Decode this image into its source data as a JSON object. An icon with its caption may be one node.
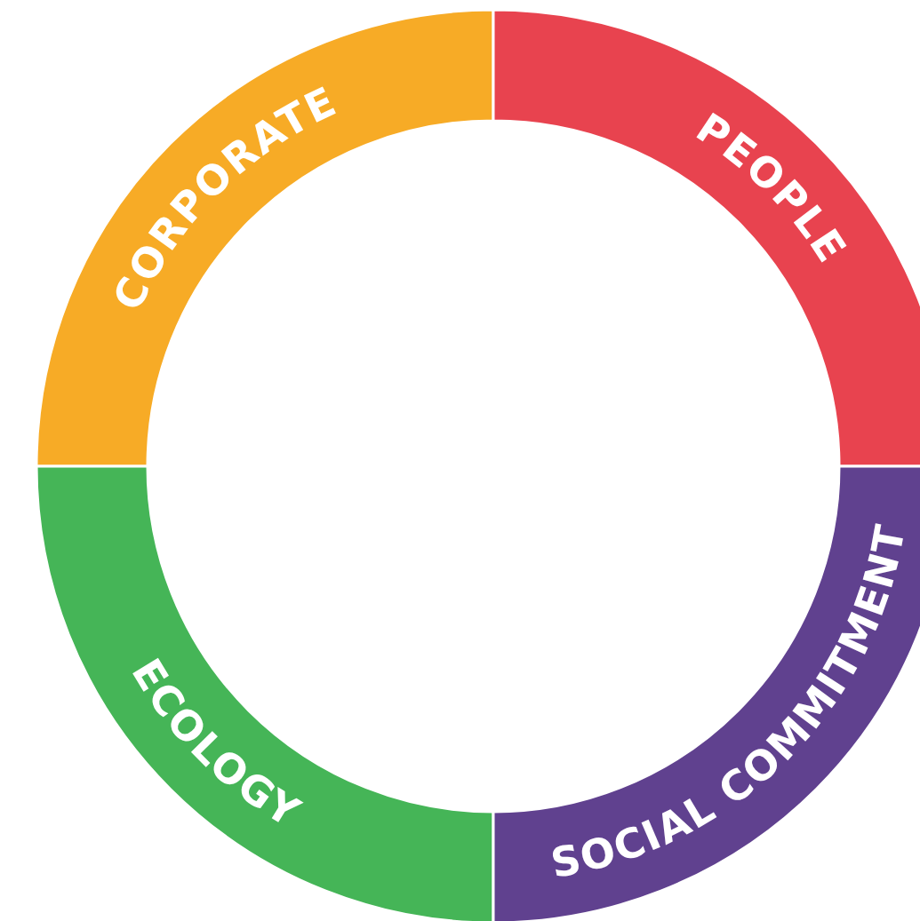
{
  "diagram": {
    "nodes": [
      {
        "text": [
          "CORPORATE"
        ]
      },
      {
        "text": [
          "PEOPLE"
        ]
      },
      {
        "text": [
          "ECOLOGY"
        ]
      },
      {
        "text": [
          "SOCIAL COMMITMENT"
        ]
      }
    ]
  }
}
